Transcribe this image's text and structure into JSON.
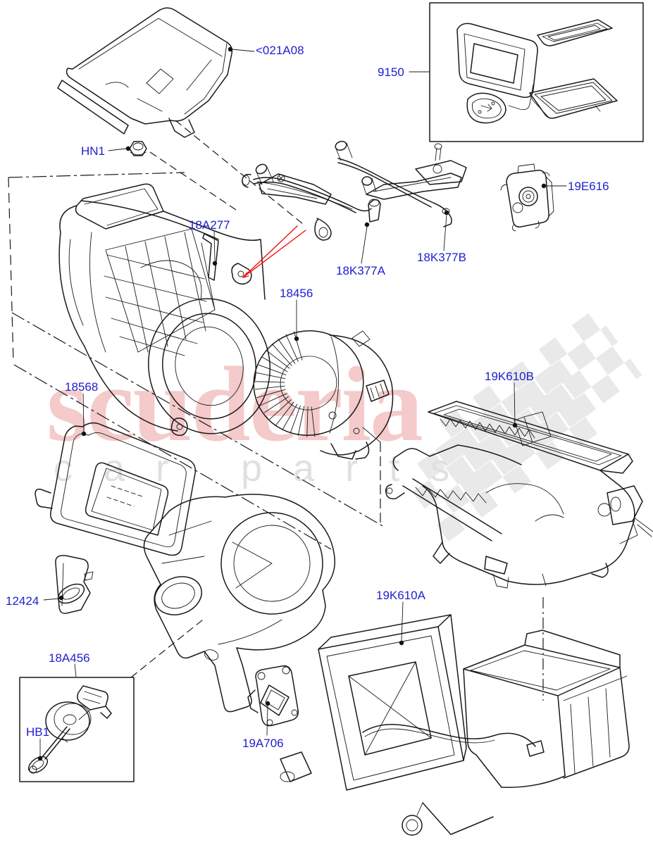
{
  "diagram": {
    "type": "exploded-parts-diagram",
    "subject": "heater and air conditioning main unit"
  },
  "watermark": {
    "brand": "scuderia",
    "tagline": "car parts",
    "brand_color": "#db5050",
    "tagline_color": "#e0e0e0",
    "checker_color": "#e9e9e9"
  },
  "colors": {
    "label_blue": "#2020d0",
    "line_black": "#1a1a1a",
    "arrow_red": "#ee1111",
    "background": "#ffffff"
  },
  "labels": [
    {
      "id": "021A08",
      "text": "<021A08"
    },
    {
      "id": "9150",
      "text": "9150"
    },
    {
      "id": "HN1",
      "text": "HN1"
    },
    {
      "id": "19E616",
      "text": "19E616"
    },
    {
      "id": "18A277",
      "text": "18A277"
    },
    {
      "id": "18K377A",
      "text": "18K377A"
    },
    {
      "id": "18K377B",
      "text": "18K377B"
    },
    {
      "id": "18456",
      "text": "18456"
    },
    {
      "id": "18568",
      "text": "18568"
    },
    {
      "id": "19K610B",
      "text": "19K610B"
    },
    {
      "id": "12424",
      "text": "12424"
    },
    {
      "id": "18A456",
      "text": "18A456"
    },
    {
      "id": "HB1",
      "text": "HB1"
    },
    {
      "id": "19A706",
      "text": "19A706"
    },
    {
      "id": "19K610A",
      "text": "19K610A"
    }
  ]
}
